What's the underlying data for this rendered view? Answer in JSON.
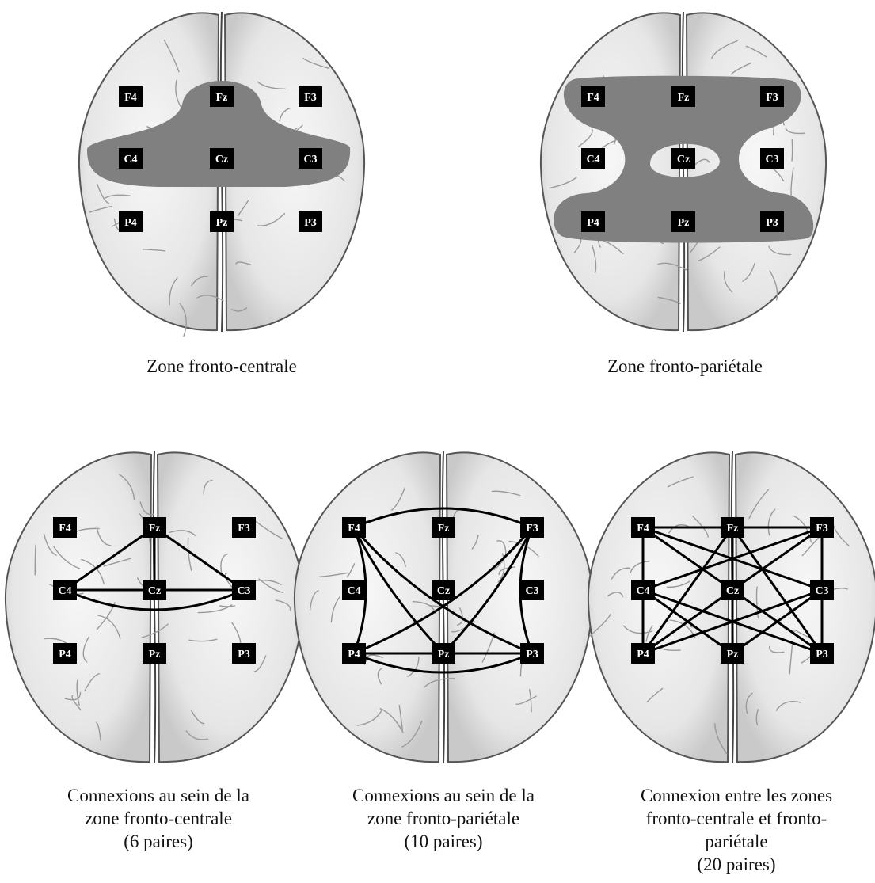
{
  "electrodes": [
    "F4",
    "Fz",
    "F3",
    "C4",
    "Cz",
    "C3",
    "P4",
    "Pz",
    "P3"
  ],
  "panels": [
    {
      "id": "fronto-central-zone",
      "kind": "zone",
      "zone": "fronto-central",
      "caption": [
        "Zone fronto-centrale"
      ]
    },
    {
      "id": "fronto-parietal-zone",
      "kind": "zone",
      "zone": "fronto-parietal",
      "caption": [
        "Zone fronto-pariétale"
      ]
    },
    {
      "id": "fronto-central-connections",
      "kind": "connections",
      "caption": [
        "Connexions au sein de la",
        "zone fronto-centrale",
        "(6 paires)"
      ],
      "connections": [
        [
          "Fz",
          "C4"
        ],
        [
          "Fz",
          "Cz"
        ],
        [
          "Fz",
          "C3"
        ],
        [
          "C4",
          "Cz"
        ],
        [
          "Cz",
          "C3"
        ],
        [
          "C4",
          "C3"
        ]
      ]
    },
    {
      "id": "fronto-parietal-connections",
      "kind": "connections",
      "caption": [
        "Connexions au sein de la",
        "zone fronto-pariétale",
        "(10 paires)"
      ],
      "connections": [
        [
          "F4",
          "F3"
        ],
        [
          "F4",
          "P4"
        ],
        [
          "F4",
          "Pz"
        ],
        [
          "F4",
          "P3"
        ],
        [
          "F3",
          "P4"
        ],
        [
          "F3",
          "Pz"
        ],
        [
          "F3",
          "P3"
        ],
        [
          "P4",
          "Pz"
        ],
        [
          "Pz",
          "P3"
        ],
        [
          "P4",
          "P3"
        ]
      ]
    },
    {
      "id": "between-zones-connections",
      "kind": "connections",
      "caption": [
        "Connexion entre les zones",
        "fronto-centrale et fronto-",
        "pariétale",
        "(20 paires)"
      ],
      "connections": [
        [
          "F4",
          "Fz"
        ],
        [
          "Fz",
          "F3"
        ],
        [
          "F4",
          "C4"
        ],
        [
          "F4",
          "Cz"
        ],
        [
          "F4",
          "C3"
        ],
        [
          "F3",
          "C4"
        ],
        [
          "F3",
          "Cz"
        ],
        [
          "F3",
          "C3"
        ],
        [
          "C4",
          "P4"
        ],
        [
          "C4",
          "Pz"
        ],
        [
          "C4",
          "P3"
        ],
        [
          "C3",
          "P4"
        ],
        [
          "C3",
          "Pz"
        ],
        [
          "C3",
          "P3"
        ],
        [
          "Fz",
          "P4"
        ],
        [
          "Fz",
          "Pz"
        ],
        [
          "Fz",
          "P3"
        ],
        [
          "Cz",
          "P4"
        ],
        [
          "Cz",
          "Pz"
        ],
        [
          "Cz",
          "P3"
        ]
      ]
    }
  ],
  "colors": {
    "zone_fill": "#808080",
    "electrode_box": "#000000",
    "electrode_text": "#ffffff",
    "connection_line": "#000000",
    "brain_fill": "#efefef",
    "brain_outline": "#555555"
  }
}
